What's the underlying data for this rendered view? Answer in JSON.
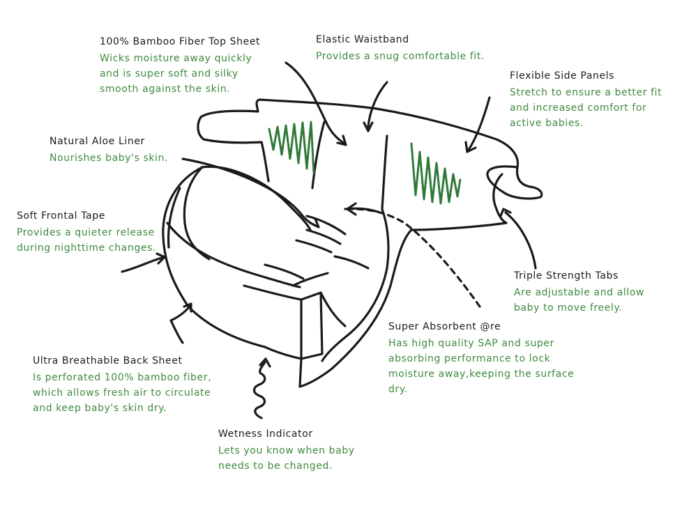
{
  "colors": {
    "ink": "#1a1a1a",
    "green_text": "#3e8a3e",
    "green_zigzag": "#2f7a38"
  },
  "callouts": {
    "top_sheet": {
      "title": "100% Bamboo Fiber Top Sheet",
      "lines": [
        "Wicks moisture away quickly",
        "and is  super soft  and silky",
        "smooth against the skin."
      ]
    },
    "waistband": {
      "title": "Elastic Waistband",
      "lines": [
        "Provides a snug comfortable fit."
      ]
    },
    "side_panels": {
      "title": "Flexible Side Panels",
      "lines": [
        "Stretch to ensure a better fit",
        "and increased  comfort  for",
        "active babies."
      ]
    },
    "aloe_liner": {
      "title": "Natural Aloe Liner",
      "lines": [
        "Nourishes baby's skin."
      ]
    },
    "frontal_tape": {
      "title": "Soft Frontal Tape",
      "lines": [
        "Provides a quieter release",
        "during nighttime changes."
      ]
    },
    "tabs": {
      "title": "Triple Strength Tabs",
      "lines": [
        "Are adjustable and allow",
        "baby to move freely."
      ]
    },
    "core": {
      "title": "Super Absorbent @re",
      "lines": [
        "Has high quality SAP and super",
        "absorbing performance  to lock",
        "moisture away,keeping the surface",
        "dry."
      ]
    },
    "back_sheet": {
      "title": "Ultra Breathable Back Sheet",
      "lines": [
        "Is perforated 100%  bamboo fiber,",
        "which allows fresh air to circulate",
        "and keep baby's skin dry."
      ]
    },
    "wetness": {
      "title": "Wetness Indicator",
      "lines": [
        "Lets you know when baby",
        "needs to be changed."
      ]
    }
  }
}
